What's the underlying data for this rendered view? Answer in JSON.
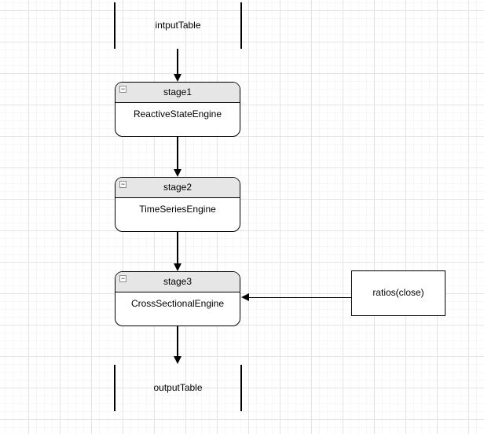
{
  "diagram": {
    "background": "#ffffff",
    "colors": {
      "node_border": "#000000",
      "node_header_fill": "#e6e6e6",
      "node_body_fill": "#ffffff",
      "edge_color": "#000000",
      "text_color": "#000000",
      "grid_major": "#e4e4e4",
      "grid_minor": "#f7f7f7"
    },
    "icons": {
      "collapse_minus": "−"
    },
    "nodes": {
      "input_table": {
        "label": "intputTable"
      },
      "stage1": {
        "title": "stage1",
        "body": "ReactiveStateEngine"
      },
      "stage2": {
        "title": "stage2",
        "body": "TimeSeriesEngine"
      },
      "stage3": {
        "title": "stage3",
        "body": "CrossSectionalEngine"
      },
      "ratios": {
        "label": "ratios(close)"
      },
      "output_table": {
        "label": "outputTable"
      }
    },
    "edges": [
      {
        "from": "intputTable",
        "to": "stage1",
        "direction": "down"
      },
      {
        "from": "stage1",
        "to": "stage2",
        "direction": "down"
      },
      {
        "from": "stage2",
        "to": "stage3",
        "direction": "down"
      },
      {
        "from": "stage3",
        "to": "outputTable",
        "direction": "down"
      },
      {
        "from": "ratios(close)",
        "to": "stage3",
        "direction": "left"
      }
    ]
  }
}
